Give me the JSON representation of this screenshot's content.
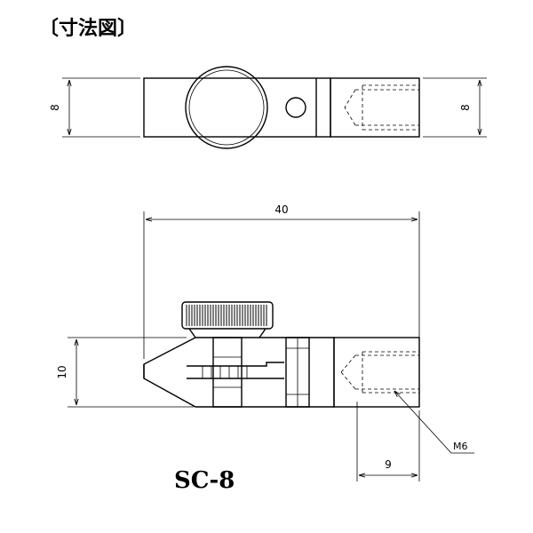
{
  "title": "〔寸法図〕",
  "model": "SC-8",
  "dimensions": {
    "top_left_height": "8",
    "top_right_height": "8",
    "total_length": "40",
    "front_height": "10",
    "thread_depth": "9",
    "thread_callout": "M6"
  }
}
